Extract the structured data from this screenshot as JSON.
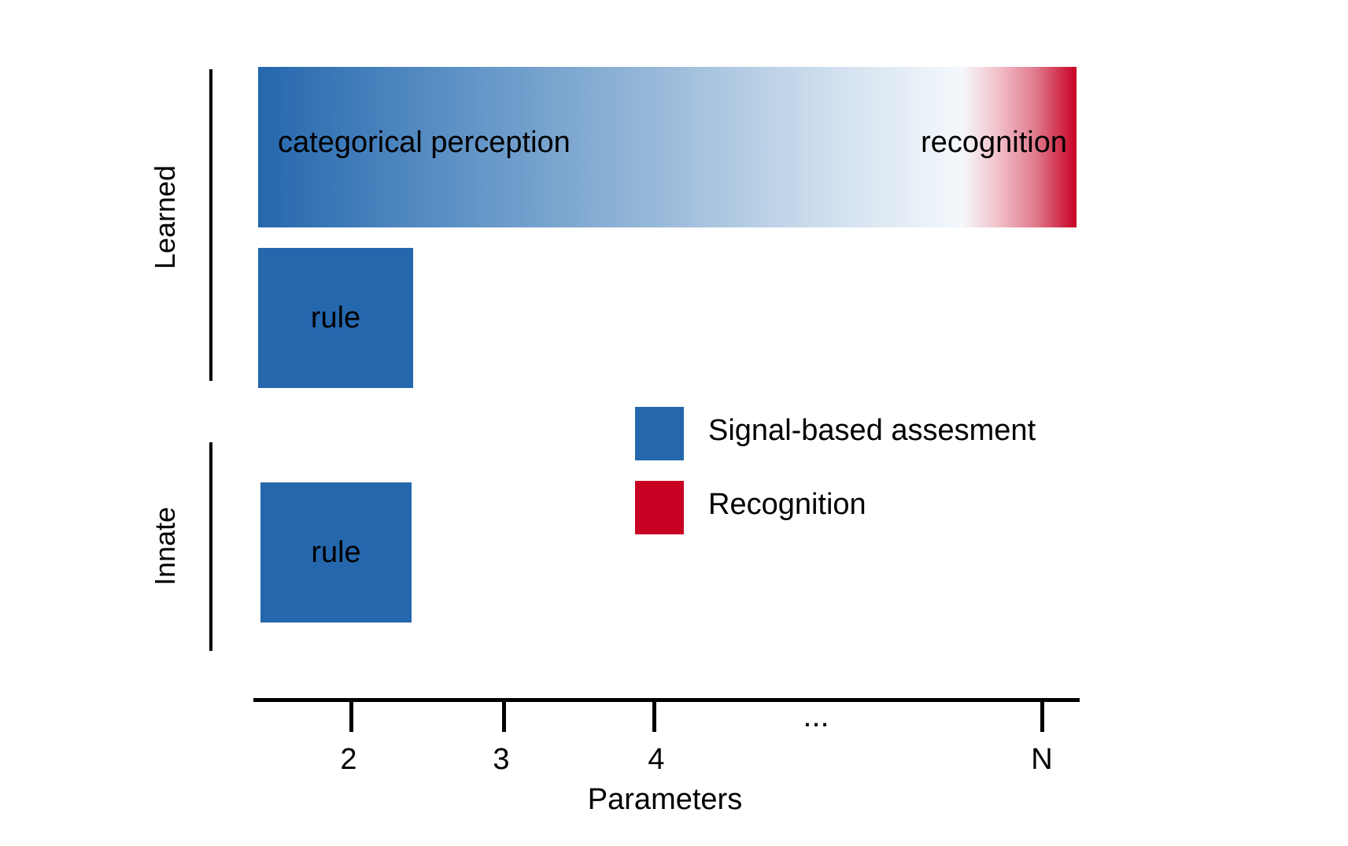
{
  "groups": {
    "learned_label": "Learned",
    "innate_label": "Innate"
  },
  "learned_bar": {
    "left_text": "categorical perception",
    "right_text": "recognition"
  },
  "boxes": {
    "learned_rule": "rule",
    "innate_rule": "rule"
  },
  "legend": {
    "items": [
      {
        "label": "Signal-based assesment",
        "color": "#2567ad"
      },
      {
        "label": "Recognition",
        "color": "#c80024"
      }
    ]
  },
  "axis": {
    "title": "Parameters",
    "ticks": [
      "2",
      "3",
      "4",
      "N"
    ],
    "ellipsis": "..."
  },
  "colors": {
    "blue": "#2567ad",
    "red": "#c80024",
    "white": "#ffffff"
  }
}
